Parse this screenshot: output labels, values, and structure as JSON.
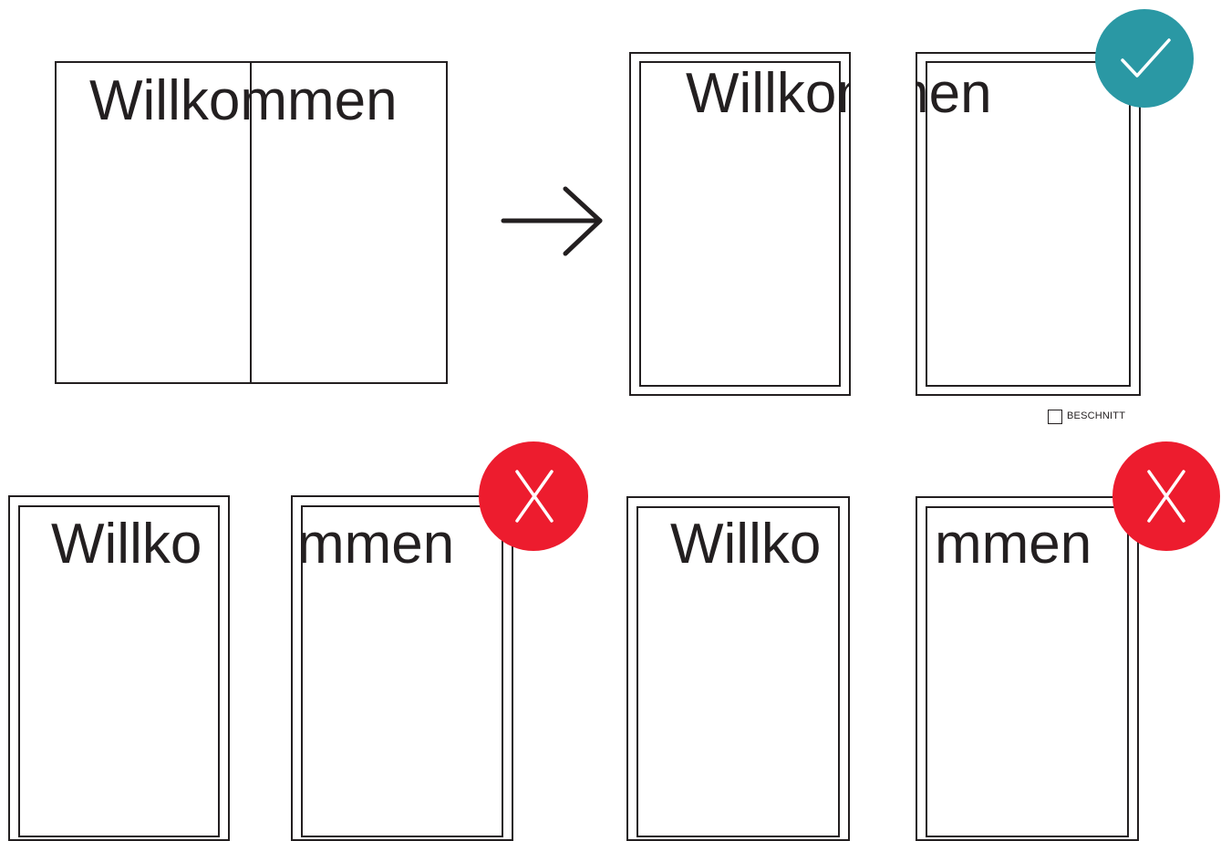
{
  "word": "Willkommen",
  "word_left_part": "Willko",
  "word_right_part": "mmen",
  "legend": {
    "label": "BESCHNITT"
  },
  "colors": {
    "correct": "#2a98a4",
    "wrong": "#ed1c2e",
    "ink": "#231f20"
  },
  "icons": {
    "arrow": "arrow-right-icon",
    "correct": "checkmark-icon",
    "wrong": "x-mark-icon"
  }
}
